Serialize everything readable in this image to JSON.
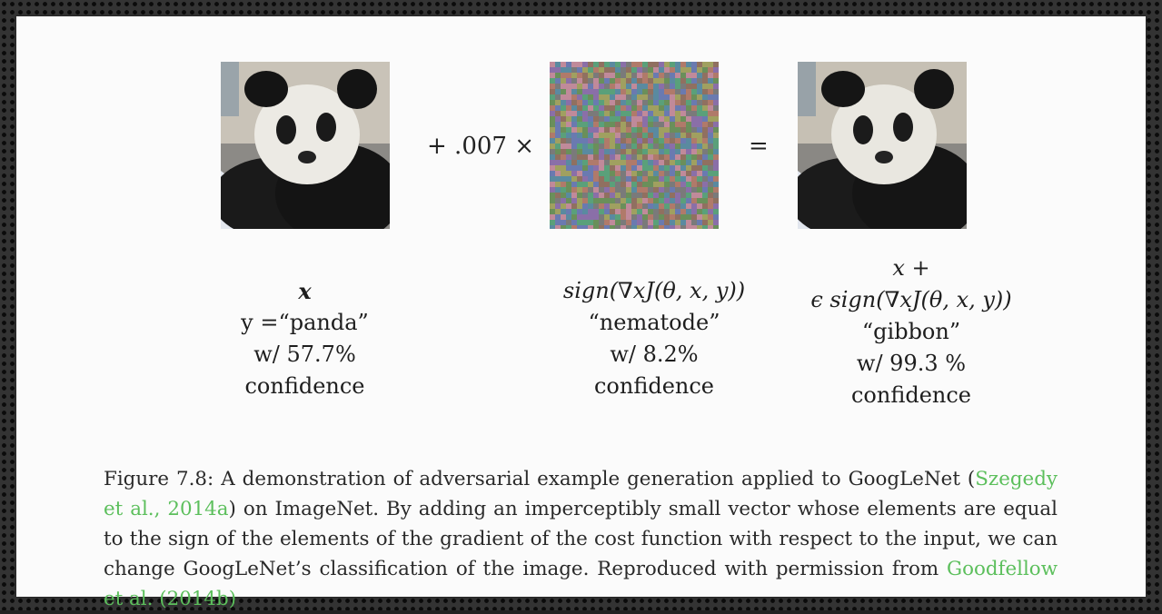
{
  "figure": {
    "operator_mult": "+ .007 ×",
    "operator_eq": "=",
    "columns": [
      {
        "math_line1": "x",
        "label": "y =“panda”",
        "confidence": "w/ 57.7%",
        "confidence_word": "confidence"
      },
      {
        "math_line1": "sign(∇xJ(θ, x, y))",
        "label": "“nematode”",
        "confidence": "w/ 8.2%",
        "confidence_word": "confidence"
      },
      {
        "math_line0": "x +",
        "math_line1": "ϵ sign(∇xJ(θ, x, y))",
        "label": "“gibbon”",
        "confidence": "w/ 99.3 %",
        "confidence_word": "confidence"
      }
    ]
  },
  "caption": {
    "prefix": "Figure 7.8: A demonstration of adversarial example generation applied to GoogLeNet (",
    "cite1": "Szegedy et al., 2014a",
    "middle": ") on ImageNet. By adding an imperceptibly small vector whose elements are equal to the sign of the elements of the gradient of the cost function with respect to the input, we can change GoogLeNet’s classification of the image. Reproduced with permission from ",
    "cite2": "Goodfellow et al. (2014b)",
    "suffix": "."
  }
}
